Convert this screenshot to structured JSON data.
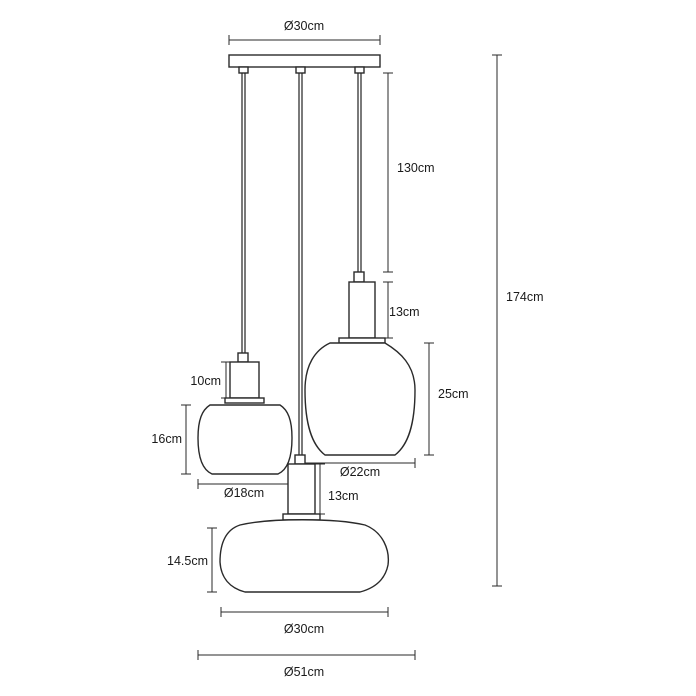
{
  "labels": {
    "canopy_diameter": "Ø30cm",
    "cord_length": "130cm",
    "total_height": "174cm",
    "right_holder_height": "13cm",
    "right_shade_height": "25cm",
    "right_shade_diameter": "Ø22cm",
    "left_holder_height": "10cm",
    "left_shade_height": "16cm",
    "left_shade_diameter": "Ø18cm",
    "bottom_holder_height": "13cm",
    "bottom_shade_height": "14.5cm",
    "bottom_shade_diameter": "Ø30cm",
    "overall_diameter": "Ø51cm"
  }
}
